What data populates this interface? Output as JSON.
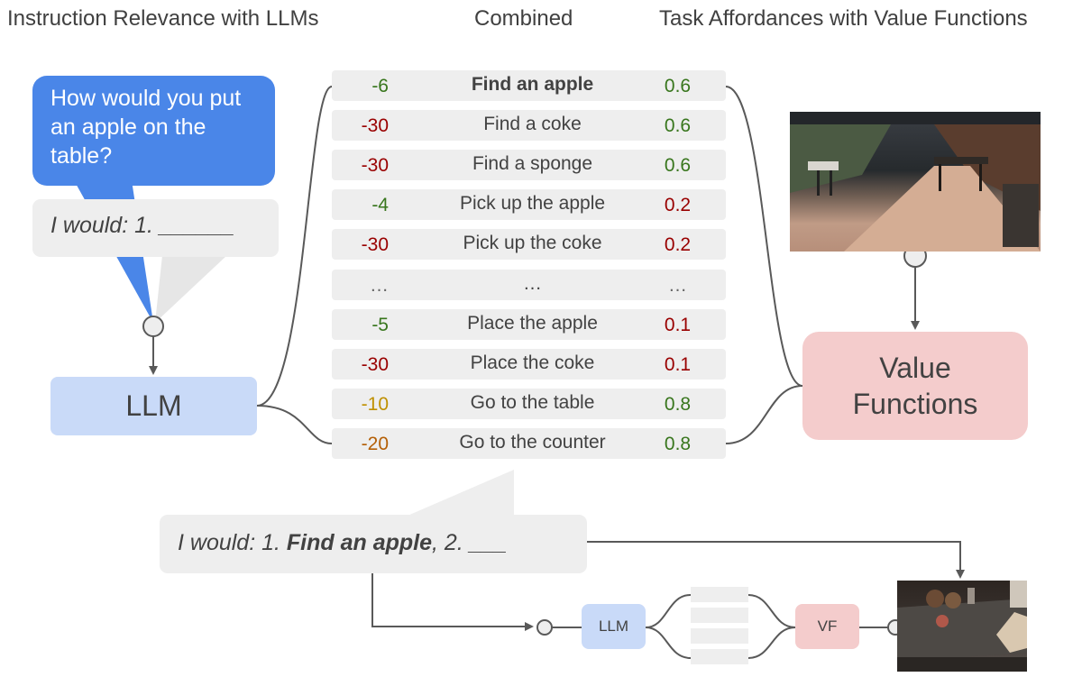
{
  "headers": {
    "left": "Instruction Relevance with LLMs",
    "center": "Combined",
    "right": "Task Affordances with Value Functions"
  },
  "question": "How would you put an apple on the table?",
  "answer_prompt": "I would: 1. ______",
  "llm_label": "LLM",
  "value_functions_label": "Value Functions",
  "skills": [
    {
      "llm_score": "-6",
      "llm_color": "#38761d",
      "skill": "Find an apple",
      "bold": true,
      "vf_score": "0.6",
      "vf_color": "#38761d"
    },
    {
      "llm_score": "-30",
      "llm_color": "#990000",
      "skill": "Find a coke",
      "bold": false,
      "vf_score": "0.6",
      "vf_color": "#38761d"
    },
    {
      "llm_score": "-30",
      "llm_color": "#990000",
      "skill": "Find a sponge",
      "bold": false,
      "vf_score": "0.6",
      "vf_color": "#38761d"
    },
    {
      "llm_score": "-4",
      "llm_color": "#38761d",
      "skill": "Pick up the apple",
      "bold": false,
      "vf_score": "0.2",
      "vf_color": "#990000"
    },
    {
      "llm_score": "-30",
      "llm_color": "#990000",
      "skill": "Pick up the coke",
      "bold": false,
      "vf_score": "0.2",
      "vf_color": "#990000"
    },
    {
      "llm_score": "…",
      "llm_color": "#666666",
      "skill": "…",
      "bold": false,
      "vf_score": "…",
      "vf_color": "#666666"
    },
    {
      "llm_score": "-5",
      "llm_color": "#38761d",
      "skill": "Place the apple",
      "bold": false,
      "vf_score": "0.1",
      "vf_color": "#990000"
    },
    {
      "llm_score": "-30",
      "llm_color": "#990000",
      "skill": "Place the coke",
      "bold": false,
      "vf_score": "0.1",
      "vf_color": "#990000"
    },
    {
      "llm_score": "-10",
      "llm_color": "#bf9000",
      "skill": "Go to the table",
      "bold": false,
      "vf_score": "0.8",
      "vf_color": "#38761d"
    },
    {
      "llm_score": "-20",
      "llm_color": "#b45f06",
      "skill": "Go to the counter",
      "bold": false,
      "vf_score": "0.8",
      "vf_color": "#38761d"
    }
  ],
  "result": {
    "prefix": "I would: 1. ",
    "chosen": "Find an apple",
    "suffix": ", 2. ___"
  },
  "mini": {
    "llm_label": "LLM",
    "vf_label": "VF"
  },
  "colors": {
    "question_bubble": "#4a86e8",
    "llm_box": "#c9daf8",
    "vf_box": "#f4cccc",
    "row_bg": "#eeeeee",
    "high_score": "#38761d",
    "low_score": "#990000"
  }
}
